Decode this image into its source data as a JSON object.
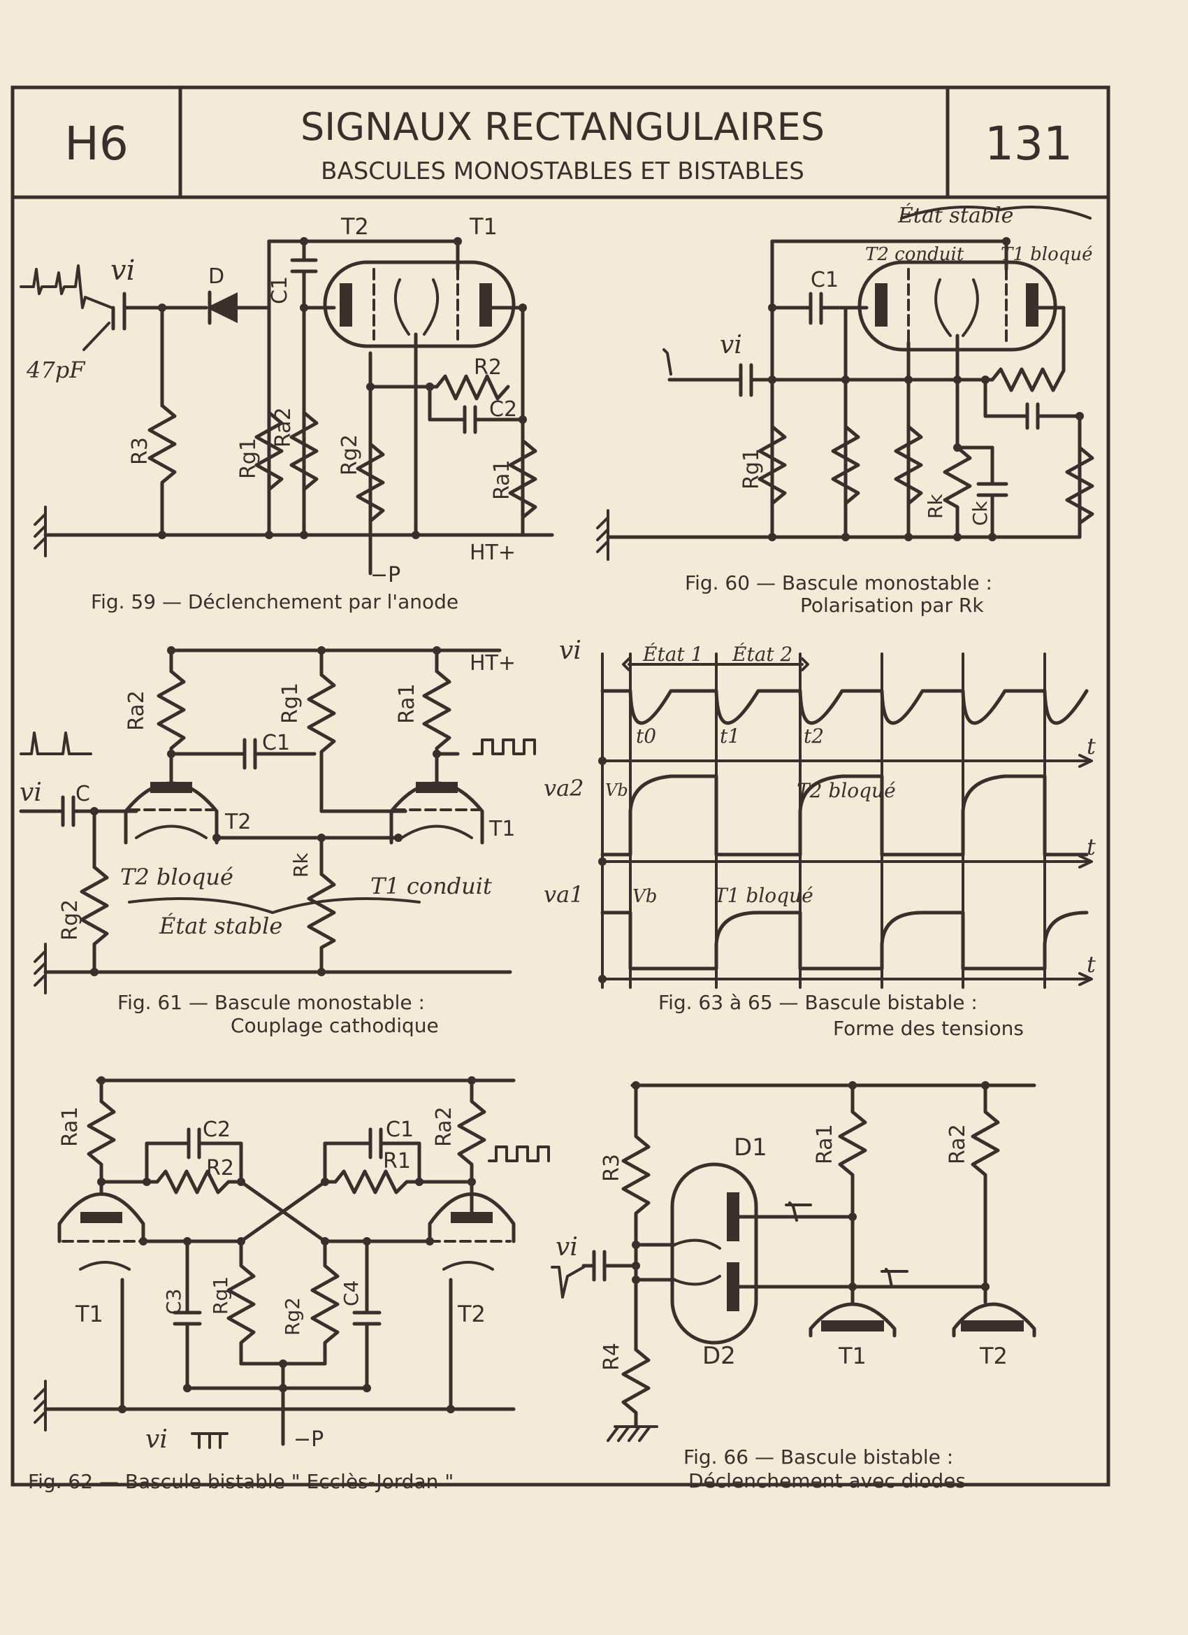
{
  "header": {
    "code": "H6",
    "title": "SIGNAUX RECTANGULAIRES",
    "subtitle": "BASCULES MONOSTABLES ET BISTABLES",
    "page_number": "131"
  },
  "figures": {
    "fig59": {
      "caption": "Fig. 59 — Déclenchement par l'anode",
      "labels": {
        "vi": "vi",
        "cap47": "47pF",
        "D": "D",
        "T2": "T2",
        "T1": "T1",
        "C1": "C1",
        "R2": "R2",
        "C2": "C2",
        "R3": "R3",
        "Rg1": "Rg1",
        "Ra2": "Ra2",
        "Rg2": "Rg2",
        "Ra1": "Ra1",
        "minusP": "−P",
        "HT": "HT+"
      }
    },
    "fig60": {
      "caption_line1": "Fig. 60 — Bascule monostable :",
      "caption_line2": "Polarisation par Rk",
      "labels": {
        "etat": "État stable",
        "t2": "T2 conduit",
        "t1": "T1 bloqué",
        "C1": "C1",
        "vi": "vi",
        "Rg1": "Rg1",
        "Rk": "Rk",
        "Ck": "Ck"
      }
    },
    "fig61": {
      "caption_line1": "Fig. 61 — Bascule monostable :",
      "caption_line2": "Couplage cathodique",
      "labels": {
        "Ra2": "Ra2",
        "Rg1": "Rg1",
        "Ra1": "Ra1",
        "HT": "HT+",
        "C1": "C1",
        "vi": "vi",
        "C": "C",
        "T2": "T2",
        "T1": "T1",
        "Rk": "Rk",
        "Rg2": "Rg2",
        "t2b": "T2 bloqué",
        "t1c": "T1 conduit",
        "etat": "État stable"
      }
    },
    "fig63": {
      "caption_line1": "Fig. 63 à 65 — Bascule bistable :",
      "caption_line2": "Forme des tensions",
      "labels": {
        "vi": "vi",
        "etat1": "État 1",
        "etat2": "État 2",
        "t0": "t0",
        "t1": "t1",
        "t2": "t2",
        "t": "t",
        "va2": "va2",
        "vb": "Vb",
        "t2b": "T2 bloqué",
        "va1": "va1",
        "t1b": "T1 bloqué"
      }
    },
    "fig62": {
      "caption": "Fig. 62 — Bascule bistable \" Ecclès-Jordan \"",
      "labels": {
        "Ra1": "Ra1",
        "C2": "C2",
        "R2": "R2",
        "C1": "C1",
        "R1": "R1",
        "Ra2": "Ra2",
        "T1": "T1",
        "T2": "T2",
        "C3": "C3",
        "Rg1": "Rg1",
        "Rg2": "Rg2",
        "C4": "C4",
        "vi": "vi",
        "minusP": "−P"
      }
    },
    "fig66": {
      "caption_line1": "Fig. 66 — Bascule bistable :",
      "caption_line2": "Déclenchement avec diodes",
      "labels": {
        "R3": "R3",
        "D1": "D1",
        "Ra1": "Ra1",
        "Ra2": "Ra2",
        "vi": "vi",
        "R4": "R4",
        "D2": "D2",
        "T1": "T1",
        "T2": "T2"
      }
    }
  }
}
